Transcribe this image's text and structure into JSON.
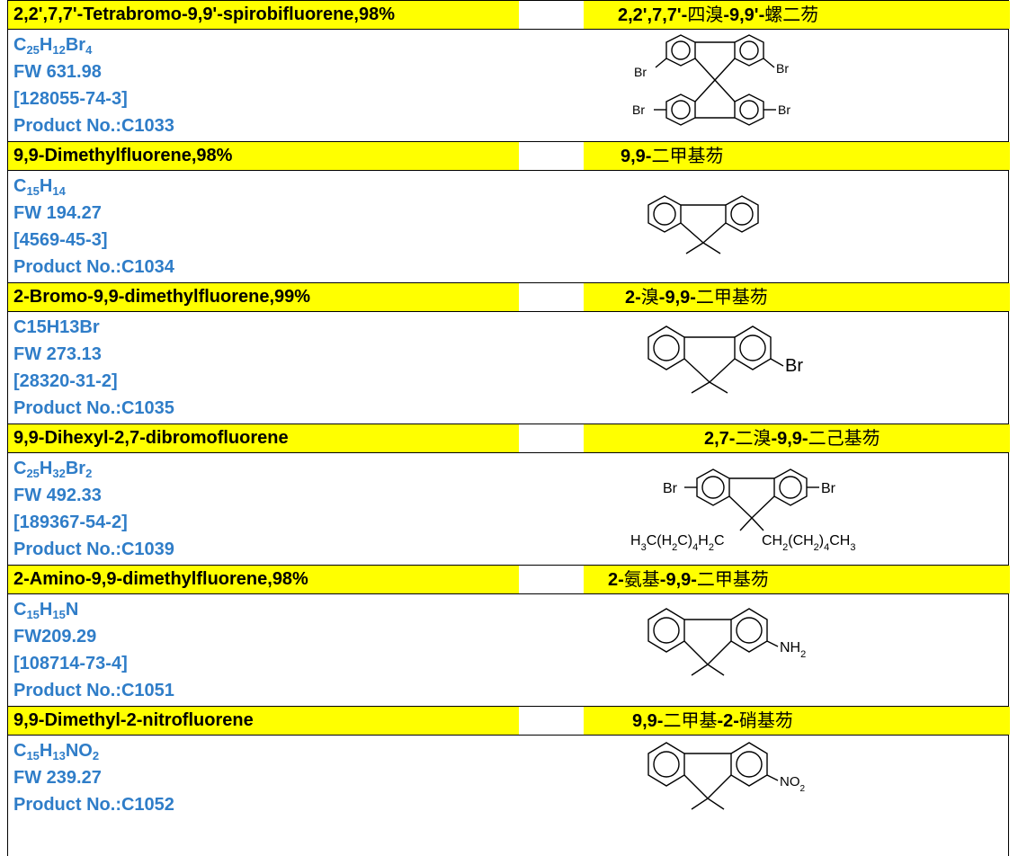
{
  "entries": [
    {
      "name_en": "2,2',7,7'-Tetrabromo-9,9'-spirobifluorene,98%",
      "name_cn_prefix": "2,2',7,7'-",
      "name_cn_zh": "四溴",
      "name_cn_mid": "-9,9'-",
      "name_cn_zh2": "螺二芴",
      "formula": {
        "parts": [
          [
            "C",
            "25"
          ],
          [
            "H",
            "12"
          ],
          [
            "Br",
            "4"
          ]
        ]
      },
      "fw": "FW 631.98",
      "cas": "[128055-74-3]",
      "product": "Product No.:C1033",
      "labels": [
        "Br",
        "Br",
        "Br",
        "Br"
      ]
    },
    {
      "name_en": "9,9-Dimethylfluorene,98%",
      "name_cn_prefix": "9,9-",
      "name_cn_zh": "二甲基芴",
      "name_cn_mid": "",
      "name_cn_zh2": "",
      "formula": {
        "parts": [
          [
            "C",
            "15"
          ],
          [
            "H",
            "14"
          ]
        ]
      },
      "fw": "FW 194.27",
      "cas": "[4569-45-3]",
      "product": "Product No.:C1034",
      "labels": []
    },
    {
      "name_en": "2-Bromo-9,9-dimethylfluorene,99%",
      "name_cn_prefix": "2-",
      "name_cn_zh": "溴",
      "name_cn_mid": "-9,9-",
      "name_cn_zh2": "二甲基芴",
      "formula_text": "C15H13Br",
      "fw": "FW 273.13",
      "cas": "[28320-31-2]",
      "product": "Product No.:C1035",
      "labels": [
        "Br"
      ]
    },
    {
      "name_en": "9,9-Dihexyl-2,7-dibromofluorene",
      "name_cn_prefix": "2,7-",
      "name_cn_zh": "二溴",
      "name_cn_mid": "-9,9-",
      "name_cn_zh2": "二己基芴",
      "formula": {
        "parts": [
          [
            "C",
            "25"
          ],
          [
            "H",
            "32"
          ],
          [
            "Br",
            "2"
          ]
        ]
      },
      "fw": "FW 492.33",
      "cas": "[189367-54-2]",
      "product": "Product No.:C1039",
      "labels": [
        "Br",
        "Br"
      ]
    },
    {
      "name_en": "2-Amino-9,9-dimethylfluorene,98%",
      "name_cn_prefix": "2-",
      "name_cn_zh": "氨基",
      "name_cn_mid": "-9,9-",
      "name_cn_zh2": "二甲基芴",
      "formula": {
        "parts": [
          [
            "C",
            "15"
          ],
          [
            "H",
            "15"
          ],
          [
            "N",
            ""
          ]
        ]
      },
      "fw": "FW209.29",
      "cas": "[108714-73-4]",
      "product": "Product No.:C1051",
      "labels": []
    },
    {
      "name_en": "9,9-Dimethyl-2-nitrofluorene",
      "name_cn_prefix": "9,9-",
      "name_cn_zh": "二甲基",
      "name_cn_mid": "-2-",
      "name_cn_zh2": "硝基芴",
      "formula": {
        "parts": [
          [
            "C",
            "15"
          ],
          [
            "H",
            "13"
          ],
          [
            "NO",
            "2"
          ]
        ]
      },
      "fw": "FW 239.27",
      "cas": "",
      "product": "Product No.:C1052",
      "labels": []
    }
  ]
}
